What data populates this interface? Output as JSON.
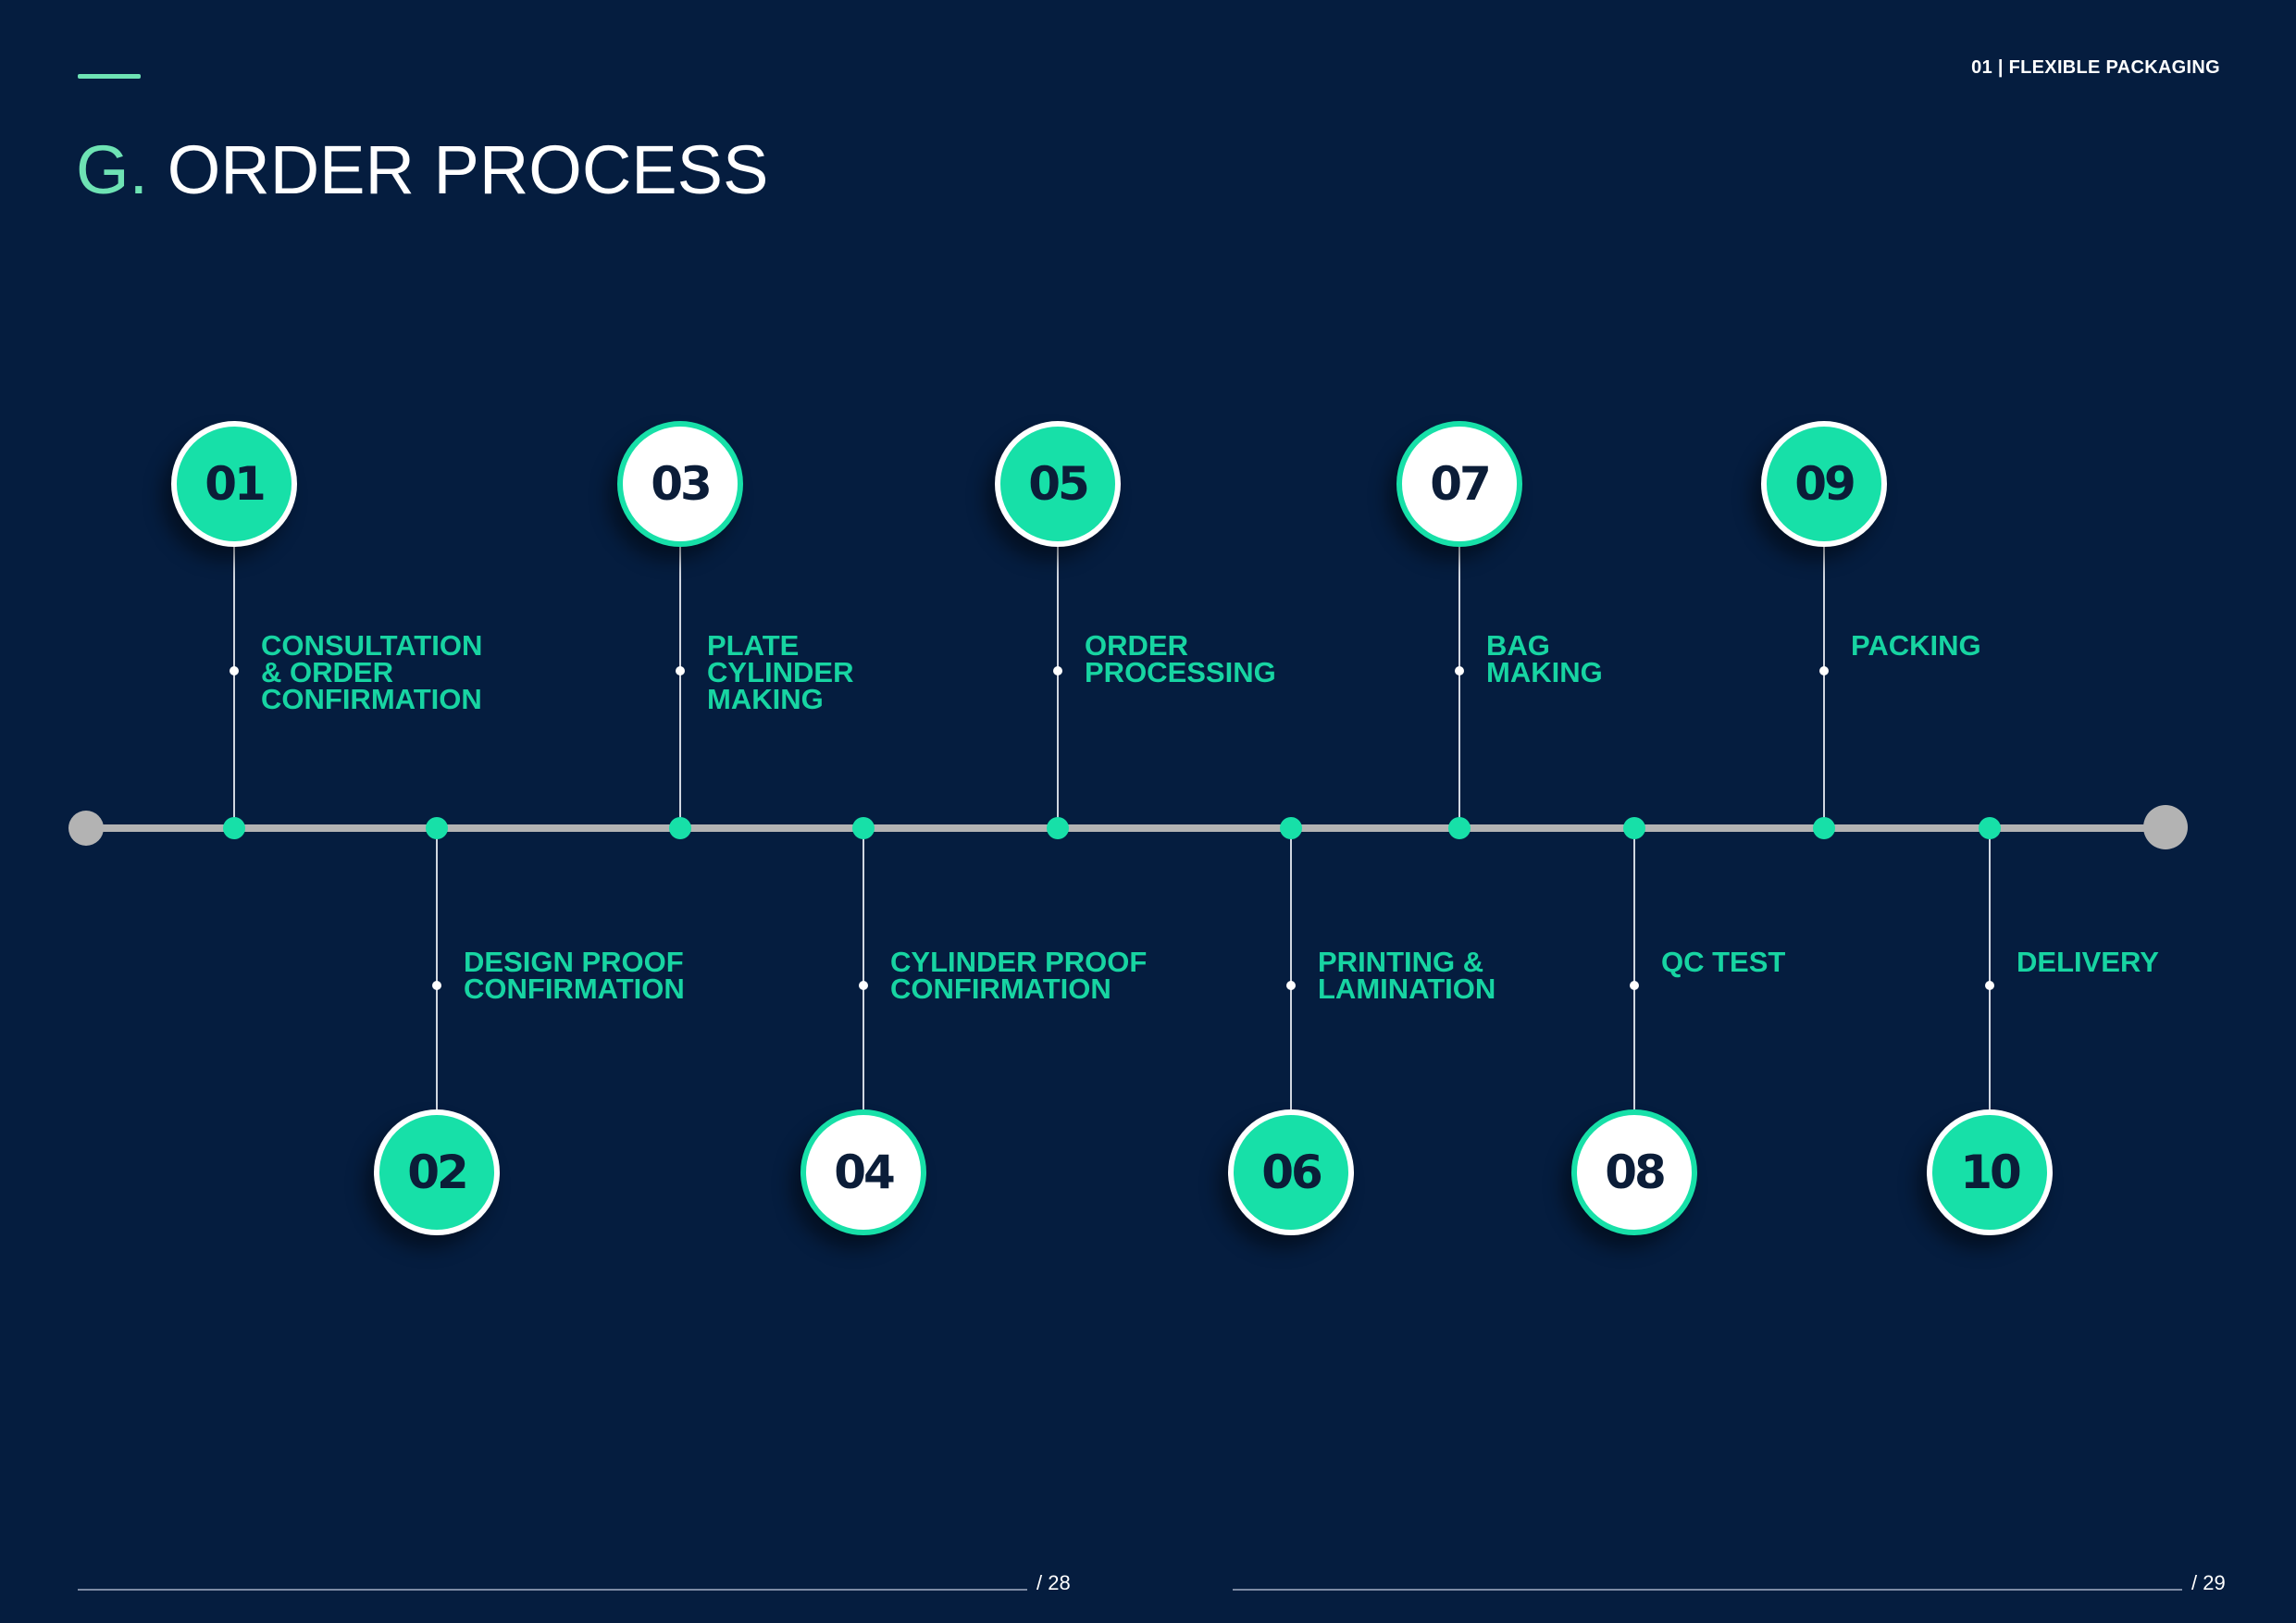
{
  "header": {
    "section_label": "01 | FLEXIBLE PACKAGING",
    "title_prefix": "G.",
    "title": "ORDER PROCESS"
  },
  "colors": {
    "background": "#051d3f",
    "accent": "#17e0a8",
    "accent_title": "#6ee3b4",
    "timeline": "#b3b3b3",
    "number_text": "#0b1d38"
  },
  "steps": [
    {
      "number": "01",
      "label": "CONSULTATION\n& ORDER\nCONFIRMATION",
      "style": "filled"
    },
    {
      "number": "02",
      "label": "DESIGN PROOF\nCONFIRMATION",
      "style": "filled"
    },
    {
      "number": "03",
      "label": "PLATE\nCYLINDER\nMAKING",
      "style": "outlined"
    },
    {
      "number": "04",
      "label": "CYLINDER PROOF\nCONFIRMATION",
      "style": "outlined"
    },
    {
      "number": "05",
      "label": "ORDER\nPROCESSING",
      "style": "filled"
    },
    {
      "number": "06",
      "label": "PRINTING &\nLAMINATION",
      "style": "filled"
    },
    {
      "number": "07",
      "label": "BAG\nMAKING",
      "style": "outlined"
    },
    {
      "number": "08",
      "label": "QC TEST",
      "style": "outlined"
    },
    {
      "number": "09",
      "label": "PACKING",
      "style": "filled"
    },
    {
      "number": "10",
      "label": "DELIVERY",
      "style": "filled"
    }
  ],
  "footer": {
    "left_page": "/ 28",
    "right_page": "/ 29"
  }
}
